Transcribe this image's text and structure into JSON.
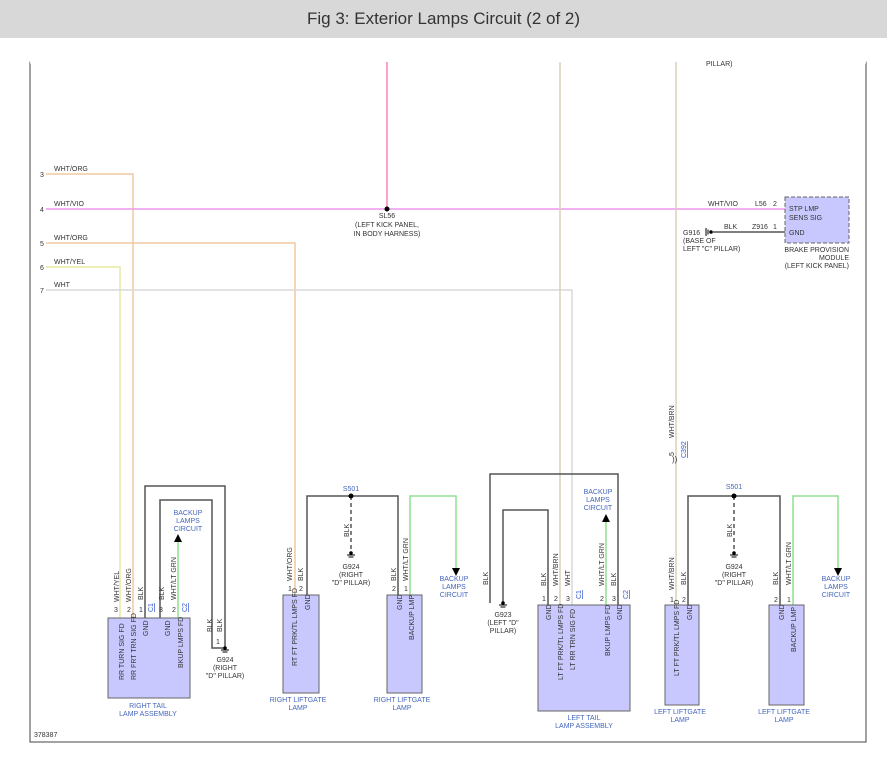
{
  "title": "Fig 3: Exterior Lamps Circuit (2 of 2)",
  "figure_id": "378387",
  "colors": {
    "orange_wire": "#f0c8a0",
    "violet_wire": "#ee99ee",
    "pink_wire": "#ff80c0",
    "yellow_wire": "#e8e8a0",
    "white_wire": "#d8d8d8",
    "green_wire": "#90e090",
    "tan_wire": "#d8d0b8",
    "black_wire": "#555555",
    "component_fill": "#c8c8ff",
    "component_stroke": "#666666",
    "link_blue": "#3355cc",
    "label_blue": "#4466bb"
  },
  "wire_labels": {
    "w3": {
      "num": "3",
      "color": "WHT/ORG"
    },
    "w4": {
      "num": "4",
      "color": "WHT/VIO"
    },
    "w5": {
      "num": "5",
      "color": "WHT/ORG"
    },
    "w6": {
      "num": "6",
      "color": "WHT/YEL"
    },
    "w7": {
      "num": "7",
      "color": "WHT"
    },
    "wht_vio_right": "WHT/VIO",
    "blk_g916": "BLK",
    "pillar_top": "PILLAR)",
    "wht_brn_vertical": "WHT/BRN",
    "num_5": "5",
    "c392": "C392"
  },
  "splices": {
    "sl56": {
      "name": "SL56",
      "line1": "(LEFT KICK PANEL,",
      "line2": "IN BODY HARNESS)"
    },
    "s501_a": "S501",
    "s501_b": "S501"
  },
  "module": {
    "pin_a": "L56",
    "pin_a_num": "2",
    "pin_b": "Z916",
    "pin_b_num": "1",
    "line1": "STP LMP",
    "line2": "SENS SIG",
    "line3": "GND",
    "name1": "BRAKE PROVISION",
    "name2": "MODULE",
    "name3": "(LEFT KICK PANEL)"
  },
  "grounds": {
    "g916": {
      "name": "G916",
      "line1": "(BASE OF",
      "line2": "LEFT \"C\" PILLAR)"
    },
    "g924_a": {
      "name": "G924",
      "line1": "(RIGHT",
      "line2": "\"D\" PILLAR)"
    },
    "g924_b": {
      "name": "G924",
      "line1": "(RIGHT",
      "line2": "\"D\" PILLAR)"
    },
    "g924_c": {
      "name": "G924",
      "line1": "(RIGHT",
      "line2": "\"D\" PILLAR)"
    },
    "g923": {
      "name": "G923",
      "line1": "(LEFT \"D\"",
      "line2": "PILLAR)"
    }
  },
  "backup_circuits": {
    "line1": "BACKUP",
    "line2": "LAMPS",
    "line3": "CIRCUIT"
  },
  "components": {
    "rtla": {
      "name1": "RIGHT TAIL",
      "name2": "LAMP ASSEMBLY",
      "pins": [
        {
          "num": "3",
          "wire": "WHT/YEL",
          "func": "RR TURN SIG FD"
        },
        {
          "num": "2",
          "wire": "WHT/ORG",
          "func": "RR FRT TRN SIG FD"
        },
        {
          "num": "1",
          "wire": "BLK",
          "func": "GND"
        },
        {
          "num": "3",
          "wire": "BLK",
          "func": "GND"
        },
        {
          "num": "2",
          "wire": "WHT/LT GRN",
          "func": "BKUP LMPS FD"
        }
      ],
      "conn1": "C1",
      "conn2": "C2",
      "blk_label": "BLK",
      "pin1_label": "1"
    },
    "rflp": {
      "name1": "RIGHT LIFTGATE",
      "name2": "LAMP",
      "pins": [
        {
          "num": "1",
          "wire": "WHT/ORG",
          "func": "RT FT PRK/TL LMPS FD"
        },
        {
          "num": "2",
          "wire": "BLK",
          "func": "GND"
        }
      ],
      "blk_down": "BLK"
    },
    "rblp": {
      "name1": "RIGHT LIFTGATE",
      "name2": "LAMP",
      "pins": [
        {
          "num": "2",
          "wire": "BLK",
          "func": "GND"
        },
        {
          "num": "1",
          "wire": "WHT/LT GRN",
          "func": "BACKUP LMP"
        }
      ]
    },
    "ltla": {
      "name1": "LEFT TAIL",
      "name2": "LAMP ASSEMBLY",
      "pins": [
        {
          "num": "1",
          "wire": "BLK",
          "func": "GND"
        },
        {
          "num": "2",
          "wire": "WHT/BRN",
          "func": "LT FT PRK/TL LMPS FD"
        },
        {
          "num": "3",
          "wire": "WHT",
          "func": "LT RR TRN SIG FD"
        },
        {
          "num": "2",
          "wire": "WHT/LT GRN",
          "func": "BKUP LMPS FD"
        },
        {
          "num": "3",
          "wire": "BLK",
          "func": "GND"
        }
      ],
      "conn1": "C1",
      "conn2": "C2",
      "blk_g923": "BLK"
    },
    "lflp": {
      "name1": "LEFT LIFTGATE",
      "name2": "LAMP",
      "pins": [
        {
          "num": "1",
          "wire": "WHT/BRN",
          "func": "LT FT PRK/TL LMPS FD"
        },
        {
          "num": "2",
          "wire": "BLK",
          "func": "GND"
        }
      ],
      "blk_down": "BLK"
    },
    "lblp": {
      "name1": "LEFT LIFTGATE",
      "name2": "LAMP",
      "pins": [
        {
          "num": "2",
          "wire": "BLK",
          "func": "GND"
        },
        {
          "num": "1",
          "wire": "WHT/LT GRN",
          "func": "BACKUP LMP"
        }
      ]
    }
  }
}
